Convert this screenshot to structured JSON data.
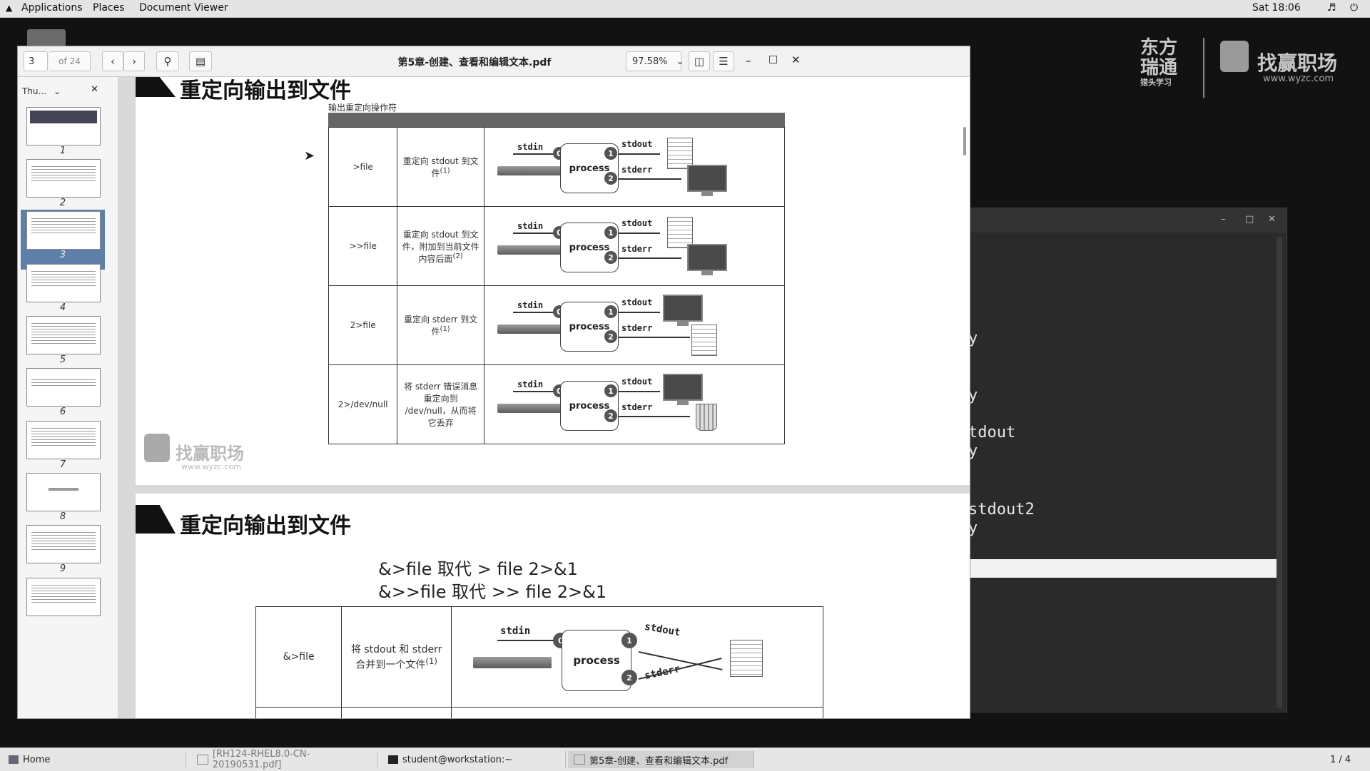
{
  "top_bar": {
    "applications": "Applications",
    "places": "Places",
    "active_app": "Document Viewer",
    "clock": "Sat 18:06"
  },
  "terminal": {
    "lines": [
      "y",
      "y",
      "tdout",
      "y",
      "stdout2",
      "y"
    ]
  },
  "watermark": {
    "brand1_line1": "东方",
    "brand1_line2": "瑞通",
    "brand1_line3": "猎头学习",
    "brand2_text": "找赢职场",
    "brand2_url": "www.wyzc.com"
  },
  "viewer": {
    "page_input": "3",
    "page_total": "of 24",
    "title": "第5章-创建、查看和编辑文本.pdf",
    "zoom": "97.58%",
    "sidebar_mode": "Thu...",
    "thumbnails": [
      "1",
      "2",
      "3",
      "4",
      "5",
      "6",
      "7",
      "8",
      "9"
    ],
    "selected_thumbnail": "3"
  },
  "page_a": {
    "heading": "重定向输出到文件",
    "caption": "输出重定向操作符",
    "rows": [
      {
        "op": ">file",
        "desc": "重定向 stdout 到文件",
        "note": "(1)",
        "out": "doc",
        "err": "monitor"
      },
      {
        "op": ">>file",
        "desc": "重定向 stdout 到文件，附加到当前文件内容后面",
        "note": "(2)",
        "out": "doc",
        "err": "monitor"
      },
      {
        "op": "2>file",
        "desc": "重定向 stderr 到文件",
        "note": "(1)",
        "out": "monitor",
        "err": "doc"
      },
      {
        "op": "2>/dev/null",
        "desc": "将 stderr 错误消息重定向到 /dev/null，从而将它丢弃",
        "note": "",
        "out": "monitor",
        "err": "bin"
      }
    ],
    "labels": {
      "stdin": "stdin",
      "stdout": "stdout",
      "stderr": "stderr",
      "process": "process",
      "fd0": "0",
      "fd1": "1",
      "fd2": "2"
    }
  },
  "page_b": {
    "heading": "重定向输出到文件",
    "line1": "&>file 取代 > file 2>&1",
    "line2": "&>>file 取代 >> file 2>&1",
    "row": {
      "op": "&>file",
      "desc": "将 stdout 和 stderr 合并到一个文件",
      "note": "(1)"
    }
  },
  "taskbar": {
    "home": "Home",
    "task1": "[RH124-RHEL8.0-CN-20190531.pdf]",
    "task2": "student@workstation:~",
    "task3": "第5章-创建、查看和编辑文本.pdf",
    "workspace": "1 / 4"
  }
}
